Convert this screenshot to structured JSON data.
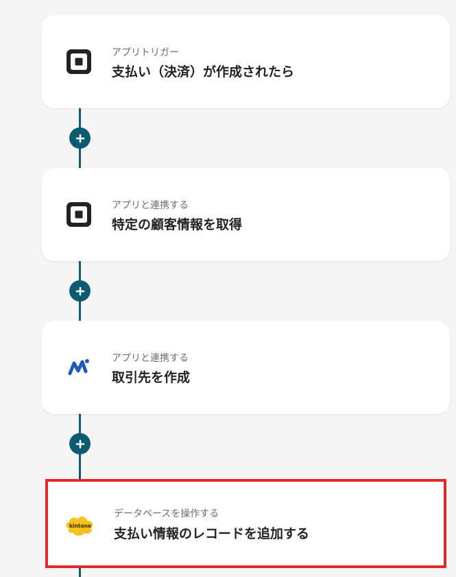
{
  "steps": [
    {
      "subtitle": "アプリトリガー",
      "title": "支払い（決済）が作成されたら",
      "icon": "square-app-icon"
    },
    {
      "subtitle": "アプリと連携する",
      "title": "特定の顧客情報を取得",
      "icon": "square-app-icon"
    },
    {
      "subtitle": "アプリと連携する",
      "title": "取引先を作成",
      "icon": "money-forward-icon"
    },
    {
      "subtitle": "データベースを操作する",
      "title": "支払い情報のレコードを追加する",
      "icon": "kintone-icon",
      "icon_text": "kintone"
    }
  ],
  "colors": {
    "connector": "#0d5a73",
    "highlight": "#e02a2a",
    "kintone": "#f7c21b",
    "mf_blue": "#1e5bb8"
  }
}
